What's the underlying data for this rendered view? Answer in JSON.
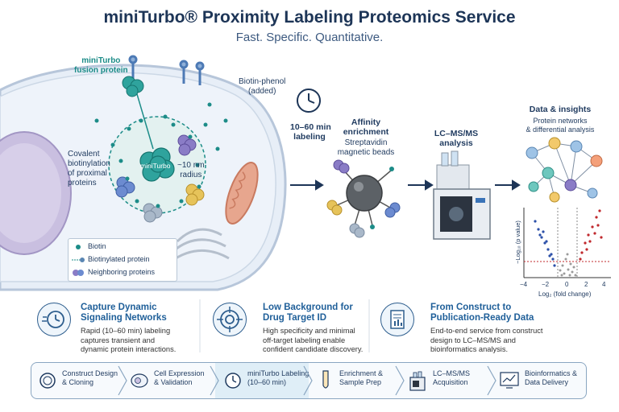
{
  "header": {
    "title": "miniTurbo® Proximity Labeling Proteomics Service",
    "subtitle": "Fast. Specific. Quantitative."
  },
  "cell": {
    "fusion_label": "miniTurbo\nfusion protein",
    "biotin_phenol_label": "Biotin-phenol\n(added)",
    "covalent_label": "Covalent\nbiotinylation\nof proximal\nproteins",
    "enzyme_label": "miniTurbo",
    "radius_label": "~10 nm\nradius"
  },
  "legend": {
    "items": [
      "Biotin",
      "Biotinylated protein",
      "Neighboring proteins"
    ]
  },
  "workflow": {
    "labeling": "10–60 min\nlabeling",
    "enrichment_title": "Affinity\nenrichment",
    "enrichment_sub": "Streptavidin\nmagnetic beads",
    "lcms": "LC–MS/MS\nanalysis",
    "data_title": "Data & insights",
    "data_sub": "Protein networks\n& differential analysis"
  },
  "volcano": {
    "ylabel": "−Log₁₀ (p value)",
    "xlabel": "Log₂ (fold change)",
    "x_ticks": [
      "−4",
      "−2",
      "0",
      "2",
      "4"
    ]
  },
  "features": [
    {
      "title": "Capture Dynamic\nSignaling Networks",
      "text": "Rapid (10–60 min) labeling\ncaptures transient and\ndynamic protein interactions."
    },
    {
      "title": "Low Background for\nDrug Target ID",
      "text": "High specificity and minimal\noff-target labeling enable\nconfident candidate discovery."
    },
    {
      "title": "From Construct to\nPublication-Ready Data",
      "text": "End-to-end service from construct\ndesign to LC–MS/MS and\nbioinformatics analysis."
    }
  ],
  "pipeline": [
    {
      "label": "Construct Design\n& Cloning",
      "icon": "plasmid-icon"
    },
    {
      "label": "Cell Expression\n& Validation",
      "icon": "cell-icon"
    },
    {
      "label": "miniTurbo Labeling\n(10–60 min)",
      "icon": "clock-icon"
    },
    {
      "label": "Enrichment &\nSample Prep",
      "icon": "tube-icon"
    },
    {
      "label": "LC–MS/MS\nAcquisition",
      "icon": "instrument-icon"
    },
    {
      "label": "Bioinformatics &\nData Delivery",
      "icon": "chart-icon"
    }
  ],
  "colors": {
    "teal": "#1c8c88",
    "navy": "#1d3557",
    "blue_points": "#2b4fa8",
    "red_points": "#c0282d"
  }
}
